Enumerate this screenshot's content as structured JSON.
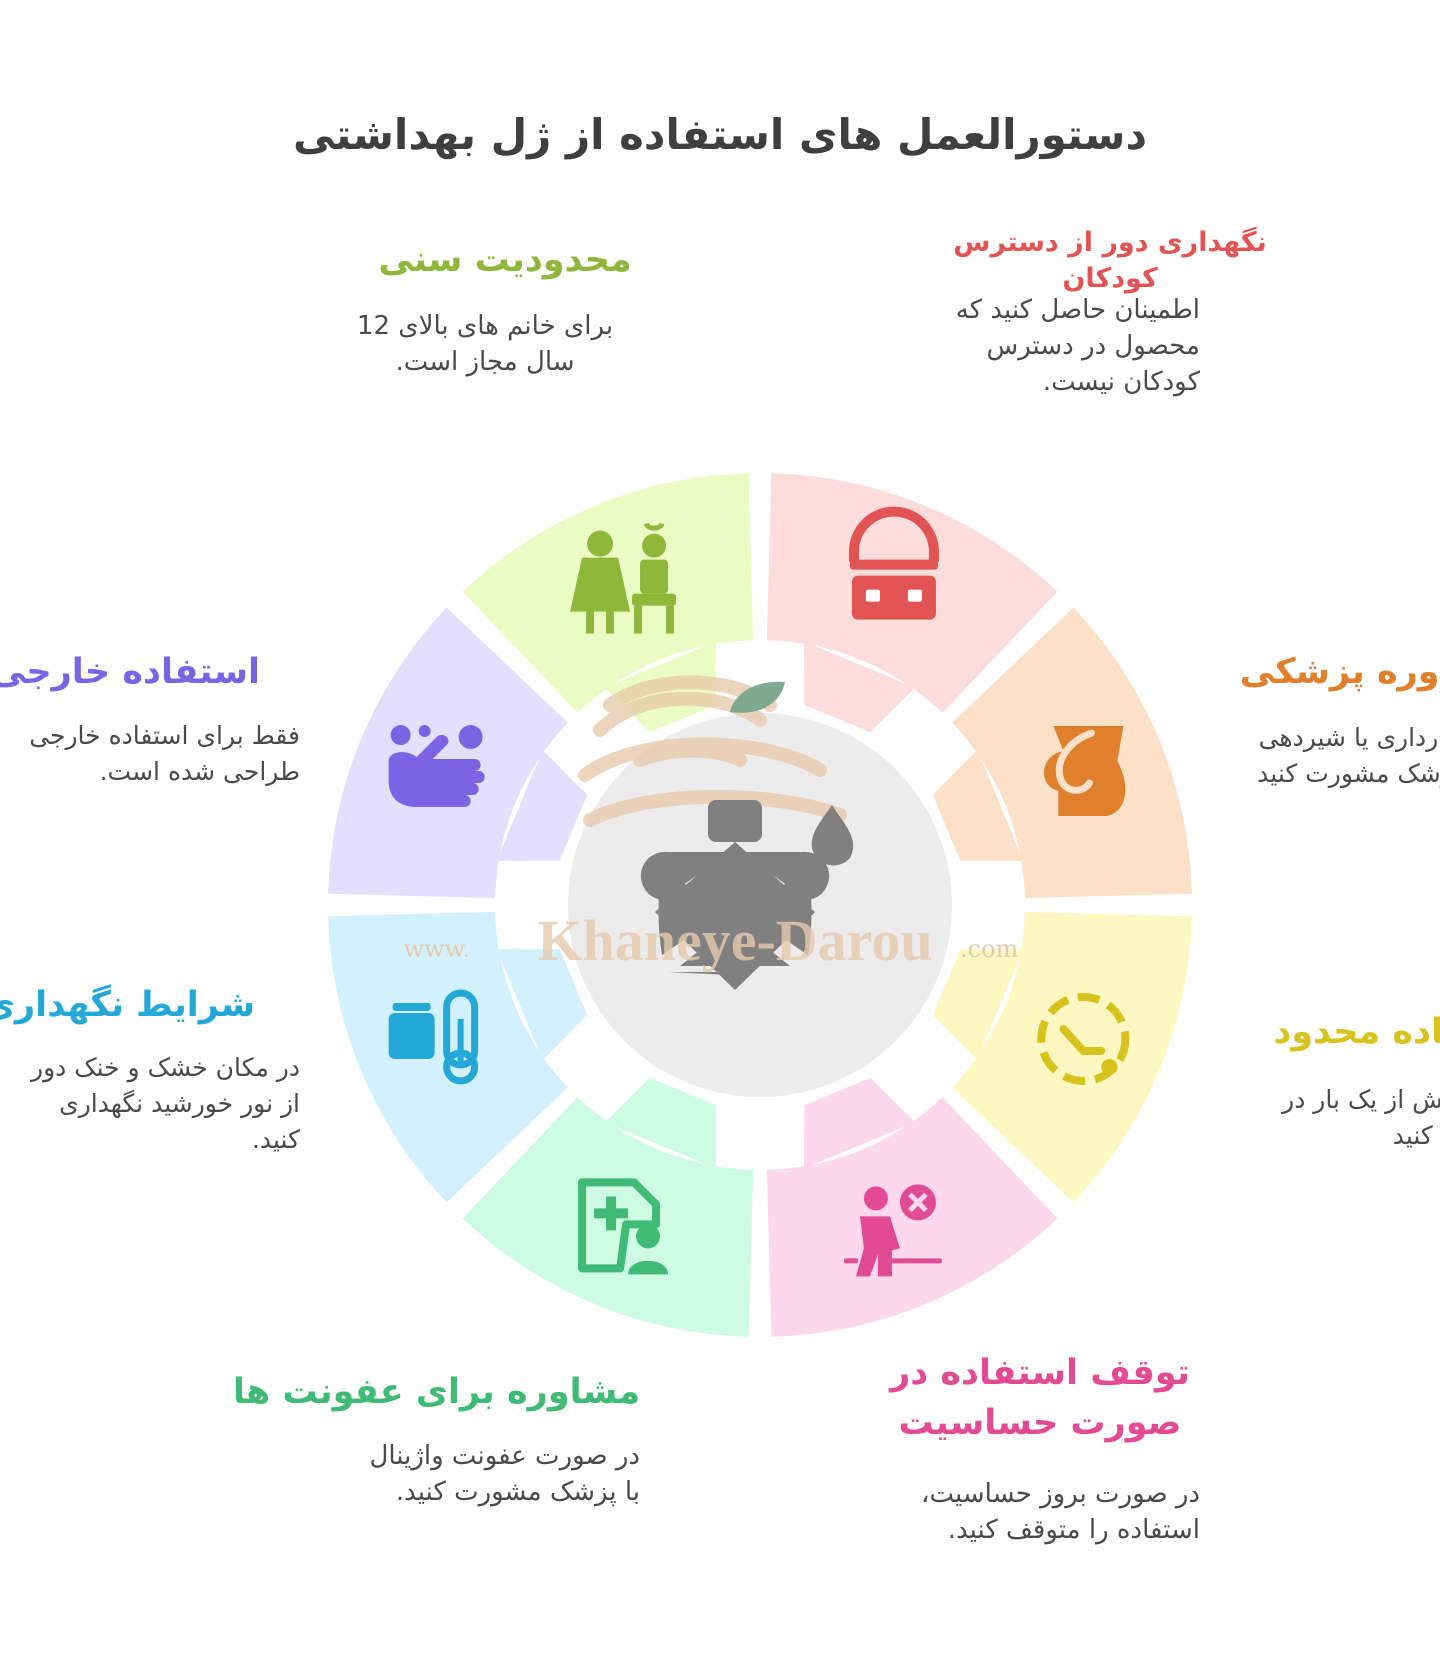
{
  "title": "دستورالعمل های استفاده از ژل بهداشتی",
  "watermark": {
    "prefix": "www.",
    "brand": "Khaneye-Darou",
    "suffix": ".com"
  },
  "center_icon": "gel-bottle-with-drop-icon",
  "segments": [
    {
      "id": "age",
      "heading": "محدودیت سنی",
      "body_lines": [
        "برای خانم های بالای 12",
        "سال مجاز است."
      ],
      "color": "#8fb83a",
      "fill": "#eafcc4",
      "icon": "mother-and-child-icon"
    },
    {
      "id": "children",
      "heading_lines": [
        "نگهداری دور از دسترس",
        "کودکان"
      ],
      "body_lines": [
        "اطمینان حاصل کنید که",
        "محصول در دسترس",
        "کودکان نیست."
      ],
      "color": "#e25454",
      "fill": "#fddcdc",
      "icon": "padlock-box-icon"
    },
    {
      "id": "medical",
      "heading": "مشاوره پزشکی",
      "body_lines": [
        "در بارداری یا شیردهی",
        "با پزشک مشورت کنید"
      ],
      "color": "#e0802c",
      "fill": "#fde0c8",
      "icon": "pregnant-belly-icon"
    },
    {
      "id": "limited",
      "heading": "استفاده محدود",
      "body_lines": [
        "روزانه بیش از یک بار در",
        "خودداری کنید"
      ],
      "color": "#d8c21e",
      "fill": "#fdf7c2",
      "icon": "timer-icon"
    },
    {
      "id": "allergy",
      "heading_lines": [
        "توقف استفاده در",
        "صورت حساسیت"
      ],
      "body_lines": [
        "در صورت بروز حساسیت،",
        "استفاده را متوقف کنید."
      ],
      "color": "#e24a93",
      "fill": "#fdd8ec",
      "icon": "person-cancel-icon"
    },
    {
      "id": "infection",
      "heading": "مشاوره برای عفونت ها",
      "body_lines": [
        "در صورت عفونت واژینال",
        "با پزشک مشورت کنید."
      ],
      "color": "#3fbb76",
      "fill": "#cdfbe3",
      "icon": "medical-record-user-icon"
    },
    {
      "id": "storage",
      "heading": "شرایط نگهداری",
      "body_lines": [
        "در مکان خشک و خنک دور",
        "از نور خورشید نگهداری",
        "کنید."
      ],
      "color": "#24a8d8",
      "fill": "#d2f1fd",
      "icon": "box-thermometer-icon"
    },
    {
      "id": "external",
      "heading": "استفاده خارجی",
      "body_lines": [
        "فقط برای استفاده خارجی",
        "طراحی شده است."
      ],
      "color": "#7a64e4",
      "fill": "#e4dffd",
      "icon": "hand-washing-icon"
    }
  ]
}
